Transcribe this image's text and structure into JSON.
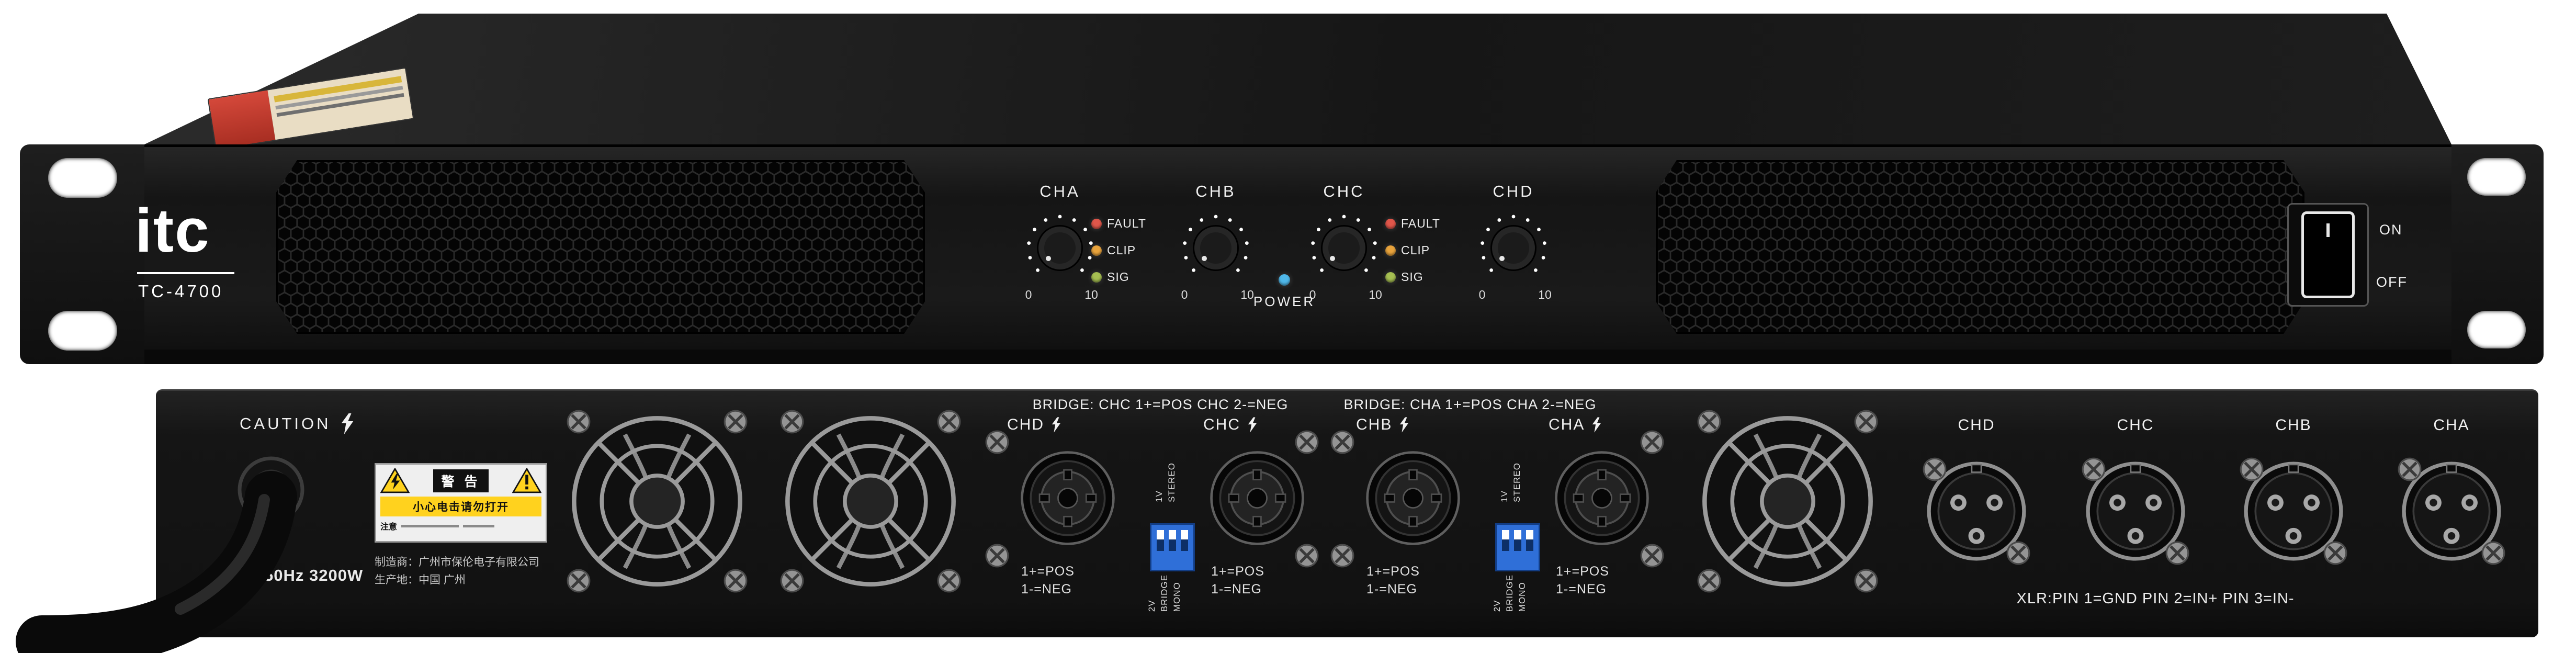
{
  "front": {
    "brand": "itc",
    "model": "TC-4700",
    "channels": [
      {
        "label": "CHA",
        "min": "0",
        "max": "10"
      },
      {
        "label": "CHB",
        "min": "0",
        "max": "10"
      },
      {
        "label": "CHC",
        "min": "0",
        "max": "10"
      },
      {
        "label": "CHD",
        "min": "0",
        "max": "10"
      }
    ],
    "leds": [
      {
        "label": "FAULT",
        "color": "#e0564a"
      },
      {
        "label": "CLIP",
        "color": "#e8a33c"
      },
      {
        "label": "SIG",
        "color": "#a6bf52"
      }
    ],
    "power": {
      "label": "POWER",
      "color": "#4fb7e8"
    },
    "switch": {
      "on": "ON",
      "off": "OFF"
    }
  },
  "rear": {
    "caution": "CAUTION",
    "warning": {
      "title": "警 告",
      "subtitle": "小心电击请勿打开",
      "note": "注意"
    },
    "power_text": "50Hz 3200W",
    "maker_line1": "制造商：广州市保伦电子有限公司",
    "maker_line2": "生产地：中国 广州",
    "speakon_groups": [
      {
        "bridge_label": "BRIDGE: CHC 1+=POS   CHC 2-=NEG",
        "connectors": [
          {
            "label": "CHD",
            "pos": "1+=POS",
            "neg": "1-=NEG"
          },
          {
            "label": "CHC",
            "pos": "1+=POS",
            "neg": "1-=NEG"
          }
        ],
        "dip": {
          "top": [
            "1V",
            "STEREO"
          ],
          "bottom": [
            "2V",
            "BRIDGE",
            "MONO"
          ]
        }
      },
      {
        "bridge_label": "BRIDGE: CHA 1+=POS   CHA 2-=NEG",
        "connectors": [
          {
            "label": "CHB",
            "pos": "1+=POS",
            "neg": "1-=NEG"
          },
          {
            "label": "CHA",
            "pos": "1+=POS",
            "neg": "1-=NEG"
          }
        ],
        "dip": {
          "top": [
            "1V",
            "STEREO"
          ],
          "bottom": [
            "2V",
            "BRIDGE",
            "MONO"
          ]
        }
      }
    ],
    "xlr_labels": [
      "CHD",
      "CHC",
      "CHB",
      "CHA"
    ],
    "xlr_pin_text": "XLR:PIN 1=GND PIN 2=IN+ PIN 3=IN-"
  }
}
